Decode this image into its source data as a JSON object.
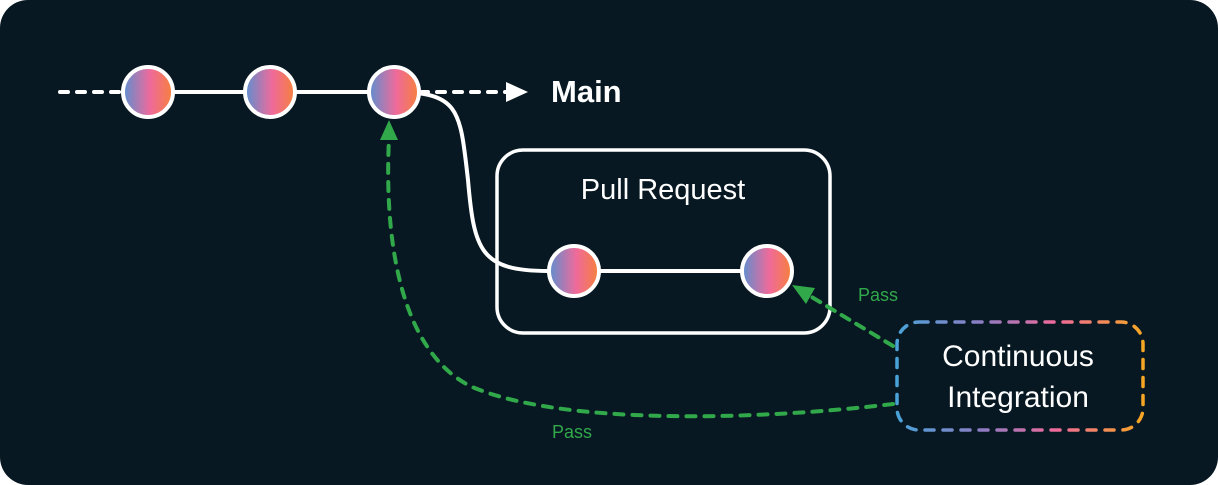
{
  "diagram": {
    "main_label": "Main",
    "pull_request_label": "Pull Request",
    "ci_label_line1": "Continuous",
    "ci_label_line2": "Integration",
    "pass_label_pr": "Pass",
    "pass_label_main": "Pass"
  },
  "colors": {
    "background": "#071822",
    "line": "#ffffff",
    "pass_arrow": "#31a84a",
    "commit_gradient_start": "#5b8fd0",
    "commit_gradient_mid": "#f06a9a",
    "commit_gradient_end": "#f5813a",
    "ci_border": [
      "#4aa3d8",
      "#8e7cc3",
      "#f06a9a",
      "#f5a623"
    ]
  }
}
